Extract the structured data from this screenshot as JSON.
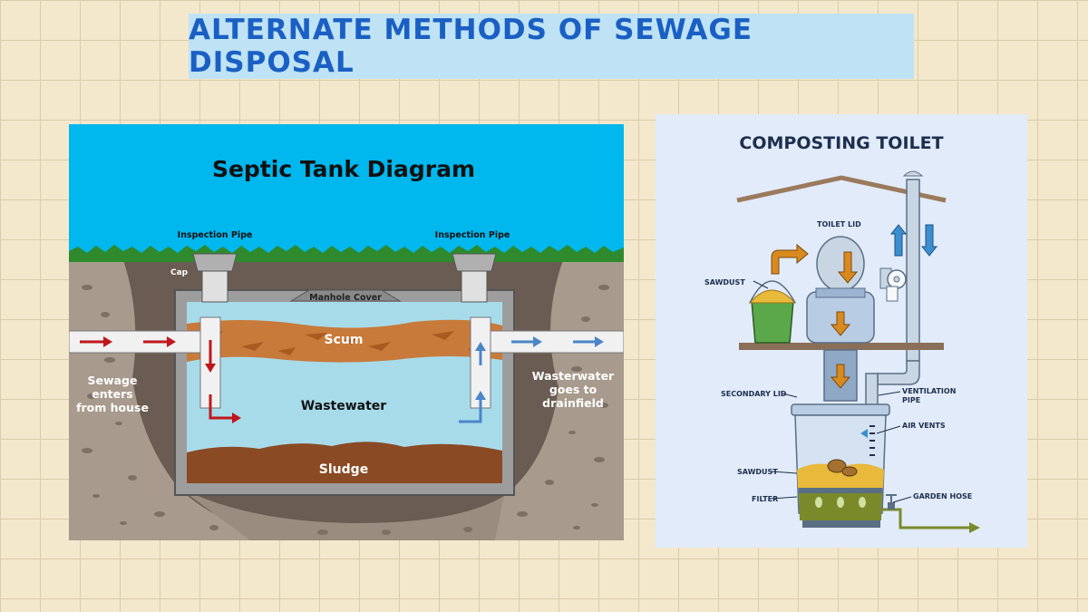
{
  "page": {
    "title": "ALTERNATE METHODS OF SEWAGE DISPOSAL"
  },
  "septic": {
    "title": "Septic Tank Diagram",
    "labels": {
      "inspection_pipe_left": "Inspection Pipe",
      "inspection_pipe_right": "Inspection Pipe",
      "cap": "Cap",
      "manhole_cover": "Manhole Cover",
      "scum": "Scum",
      "wastewater": "Wastewater",
      "sludge": "Sludge",
      "sewage_in": [
        "Sewage",
        "enters",
        "from house"
      ],
      "water_out": [
        "Wasterwater",
        "goes to",
        "drainfield"
      ]
    },
    "colors": {
      "sky": "#00b7ee",
      "soil": "#6a5c52",
      "gravel": "#a89a8c",
      "tank": "#9d9d9d",
      "scum": "#c87a3a",
      "wastewater": "#a7dbea",
      "sludge": "#8a4a24",
      "inflow_arrow": "#c0171c",
      "outflow_arrow": "#4a86c8"
    }
  },
  "compost": {
    "title": "COMPOSTING TOILET",
    "labels": {
      "toilet_lid": "TOILET LID",
      "sawdust_top": "SAWDUST",
      "secondary_lid": "SECONDARY LID",
      "ventilation_pipe": [
        "VENTILATION",
        "PIPE"
      ],
      "air_vents": "AIR VENTS",
      "sawdust_bottom": "SAWDUST",
      "filter": "FILTER",
      "garden_hose": "GARDEN HOSE"
    },
    "colors": {
      "roof": "#9b7a5c",
      "shelf": "#8a6f58",
      "pipe": "#c8d6e4",
      "arrow_blue": "#3b8fd0",
      "arrow_orange": "#d98a1e",
      "bucket": "#5ba84a",
      "sawdust": "#e8b93a",
      "compost": "#7a8a2a",
      "label": "#1e2f4e"
    }
  }
}
